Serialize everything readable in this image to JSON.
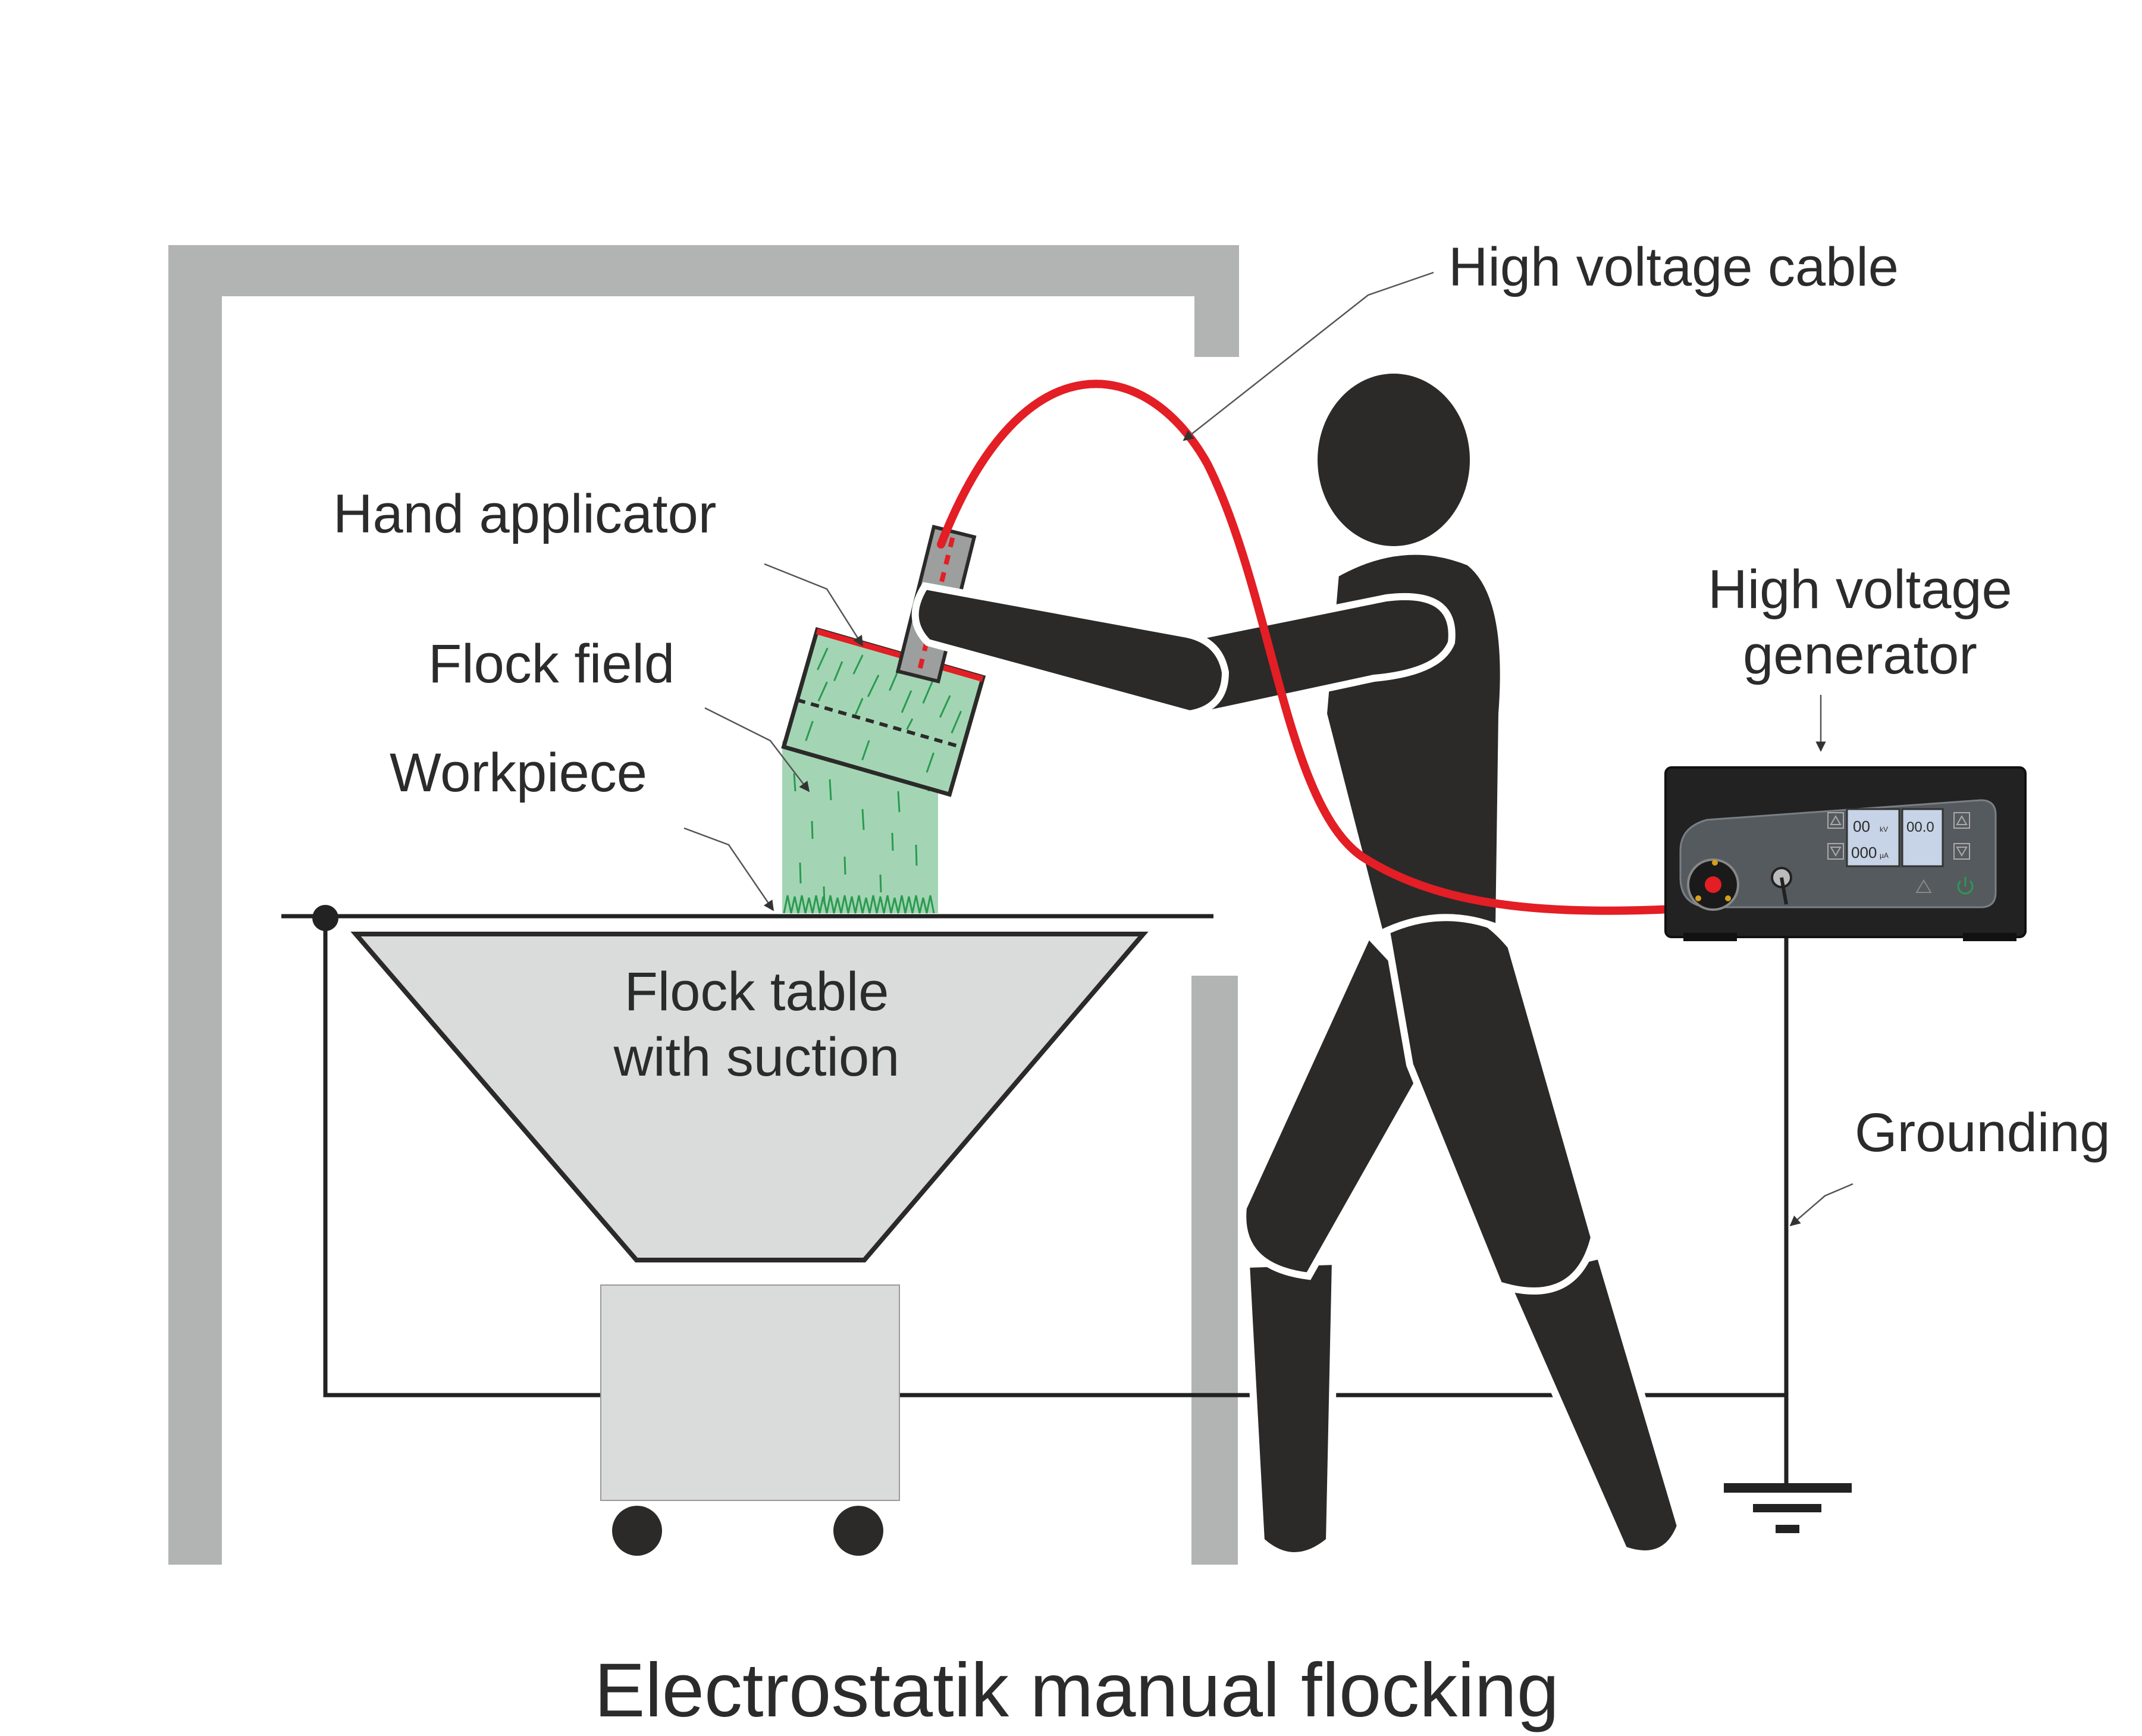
{
  "title": "Electrostatik manual flocking",
  "labels": {
    "high_voltage_cable": "High voltage cable",
    "hand_applicator": "Hand applicator",
    "flock_field": "Flock field",
    "workpiece": "Workpiece",
    "hv_generator_line1": "High voltage",
    "hv_generator_line2": "generator",
    "flock_table_line1": "Flock table",
    "flock_table_line2": "with suction",
    "grounding": "Grounding"
  },
  "generator_display": {
    "kv_value": "00",
    "kv_unit": "kV",
    "ua_value": "000",
    "ua_unit": "µA",
    "right_value": "00.0"
  },
  "colors": {
    "booth_wall": "#b2b3b3",
    "table_fill": "#dadbdb",
    "person": "#2b2a29",
    "cable": "#e31e24",
    "flock": "#a3d5b4",
    "fiber": "#2a9a50",
    "generator_body": "#222222",
    "generator_panel": "#555a5f",
    "display": "#c7d3e6"
  },
  "icons": [
    "ground-symbol-icon",
    "power-icon",
    "warning-icon",
    "up-arrow-icon",
    "down-arrow-icon",
    "hv-connector-icon"
  ]
}
